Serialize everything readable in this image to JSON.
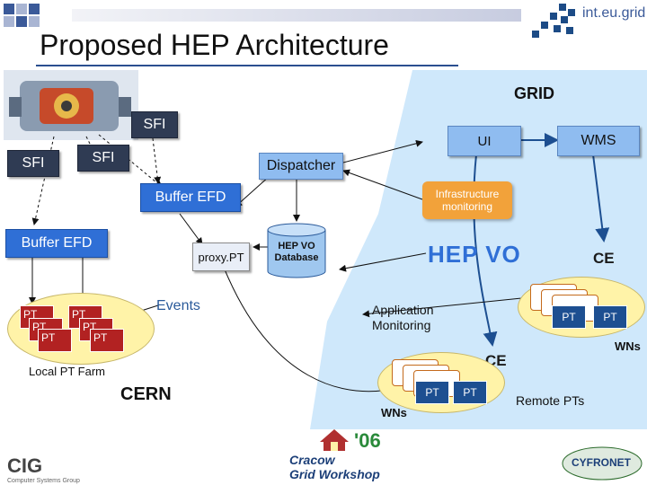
{
  "slide": {
    "title": "Proposed HEP Architecture",
    "brand": "int.eu.grid",
    "region_label": "GRID",
    "site_label": "CERN",
    "local_farm_label": "Local PT Farm",
    "remote_label": "Remote PTs"
  },
  "nodes": {
    "sfi_top": "SFI",
    "sfi_left": "SFI",
    "sfi_mid": "SFI",
    "ui": "UI",
    "wms": "WMS",
    "dispatcher": "Dispatcher",
    "buffer_efd_1": "Buffer EFD",
    "buffer_efd_2": "Buffer EFD",
    "infra_monitoring": "Infrastructure monitoring",
    "proxy_pt": "proxy.PT",
    "hep_vo_db": "HEP VO Database",
    "hep_vo": "HEP VO",
    "events": "Events",
    "app_monitoring": "Application Monitoring",
    "ce_top": "CE",
    "ce_mid": "CE",
    "wns_right": "WNs",
    "wns_bottom": "WNs",
    "pt": "PT"
  },
  "logos": {
    "workshop_year": "'06",
    "workshop_name_1": "Cracow",
    "workshop_name_2": "Grid Workshop",
    "left_logo": "CIG",
    "left_logo_sub": "Computer Systems Group",
    "right_logo": "CYFRONET"
  },
  "colors": {
    "grid_region": "#cfe8fb",
    "pt_red": "#b22222",
    "pt_blue": "#1d4f91",
    "infra_orange": "#f2a23a",
    "hep_vo_blue": "#2f6fd6",
    "farm_yellow": "#fff3a8"
  }
}
